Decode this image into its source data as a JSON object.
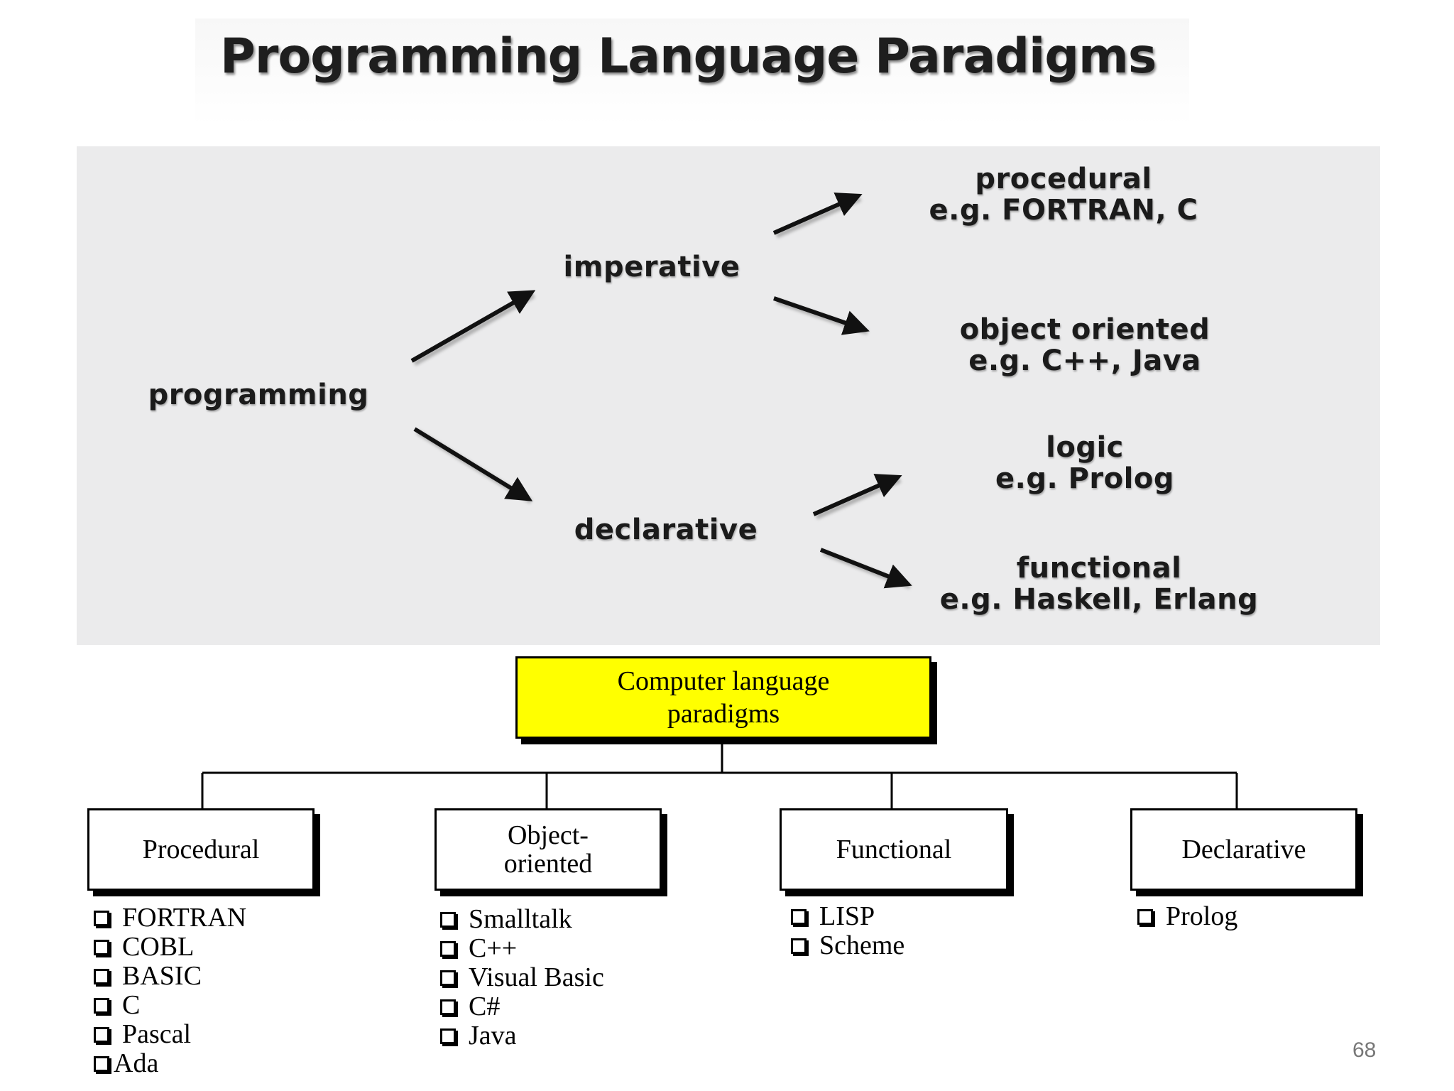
{
  "title": "Programming Language Paradigms",
  "upper_diagram": {
    "root": "programming",
    "branches": [
      {
        "name": "imperative",
        "children": [
          {
            "name": "procedural",
            "example": "e.g. FORTRAN, C"
          },
          {
            "name": "object oriented",
            "example": "e.g. C++, Java"
          }
        ]
      },
      {
        "name": "declarative",
        "children": [
          {
            "name": "logic",
            "example": "e.g. Prolog"
          },
          {
            "name": "functional",
            "example": "e.g. Haskell, Erlang"
          }
        ]
      }
    ]
  },
  "lower_diagram": {
    "root_line1": "Computer language",
    "root_line2": "paradigms",
    "root_color": "#ffff00",
    "categories": [
      {
        "line1": "Procedural",
        "line2": "",
        "languages": [
          "FORTRAN",
          "COBL",
          "BASIC",
          "C",
          "Pascal",
          "Ada"
        ]
      },
      {
        "line1": "Object-",
        "line2": "oriented",
        "languages": [
          "Smalltalk",
          "C++",
          "Visual Basic",
          "C#",
          "Java"
        ]
      },
      {
        "line1": "Functional",
        "line2": "",
        "languages": [
          "LISP",
          "Scheme"
        ]
      },
      {
        "line1": "Declarative",
        "line2": "",
        "languages": [
          "Prolog"
        ]
      }
    ]
  },
  "page_number": "68"
}
